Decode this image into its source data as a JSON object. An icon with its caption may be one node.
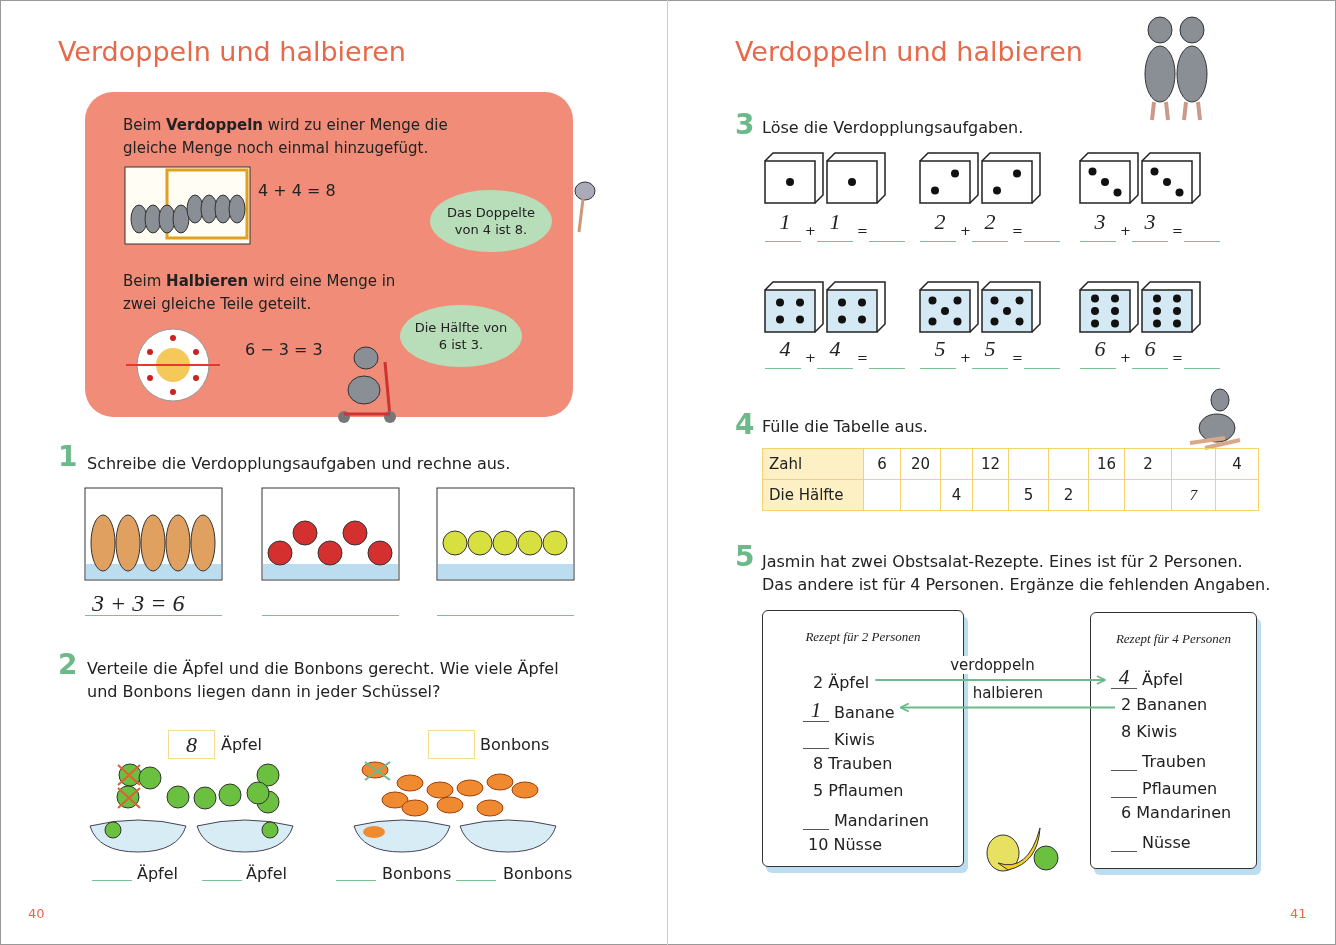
{
  "diagram": {
    "nodes": [
      {
        "text": [
          "Beim **Verdoppeln** wird zu einer Menge die gleiche Menge noch einmal hinzugefügt.",
          "4 + 4 = 8",
          "Beim **Halbieren** wird eine Menge in zwei gleiche Teile geteilt.",
          "6 − 3 = 3"
        ]
      },
      {
        "text": [
          "Das Doppelte von 4 ist 8."
        ],
        "in": 0
      },
      {
        "text": [
          "Die Hälfte von 6 ist 3."
        ],
        "in": 0
      },
      {
        "text": [
          "Rezept für 2 Personen"
        ]
      },
      {
        "text": [
          "2 Äpfel"
        ],
        "in": 3
      },
      {
        "text": [
          "1",
          "Banane"
        ],
        "in": 3
      },
      {
        "text": [
          "Kiwis"
        ],
        "in": 3
      },
      {
        "text": [
          "8 Trauben"
        ],
        "in": 3
      },
      {
        "text": [
          "5 Pflaumen"
        ],
        "in": 3
      },
      {
        "text": [
          "Mandarinen"
        ],
        "in": 3
      },
      {
        "text": [
          "10 Nüsse"
        ],
        "in": 3
      },
      {
        "text": [
          "Rezept für 4 Personen"
        ]
      },
      {
        "text": [
          "4",
          "Äpfel"
        ],
        "in": 11
      },
      {
        "text": [
          "2 Bananen"
        ],
        "in": 11
      },
      {
        "text": [
          "8 Kiwis"
        ],
        "in": 11
      },
      {
        "text": [
          "Trauben"
        ],
        "in": 11
      },
      {
        "text": [
          "Pflaumen"
        ],
        "in": 11
      },
      {
        "text": [
          "6 Mandarinen"
        ],
        "in": 11
      },
      {
        "text": [
          "Nüsse"
        ],
        "in": 11
      }
    ],
    "edges": [
      {
        "from": 4,
        "to": 12,
        "arrow": "to",
        "label": "verdoppeln"
      },
      {
        "from": 13,
        "to": 5,
        "arrow": "to",
        "label": "halbieren"
      }
    ],
    "labels": [
      "Verdoppeln und halbieren",
      "1",
      "Schreibe die Verdopplungsaufgaben und rechne aus.",
      "3 + 3 = 6",
      "2",
      "Verteile die Äpfel und die Bonbons gerecht. Wie viele Äpfel und Bonbons liegen dann in jeder Schüssel?",
      "8",
      "Äpfel",
      "Bonbons",
      "Äpfel",
      "Äpfel",
      "Bonbons",
      "Bonbons",
      "40",
      "Verdoppeln und halbieren",
      "3",
      "Löse die Verdopplungsaufgaben.",
      "1",
      "+",
      "1",
      "=",
      "2",
      "+",
      "2",
      "=",
      "3",
      "+",
      "3",
      "=",
      "4",
      "+",
      "4",
      "=",
      "5",
      "+",
      "5",
      "=",
      "6",
      "+",
      "6",
      "=",
      "4",
      "Fülle die Tabelle aus.",
      "Zahl",
      "6",
      "20",
      "12",
      "16",
      "2",
      "4",
      "Die Hälfte",
      "4",
      "5",
      "2",
      "7",
      "5",
      "Jasmin hat zwei Obstsalat-Rezepte. Eines ist für 2 Personen. Das andere ist für 4 Personen. Ergänze die fehlenden Angaben.",
      "41"
    ]
  }
}
